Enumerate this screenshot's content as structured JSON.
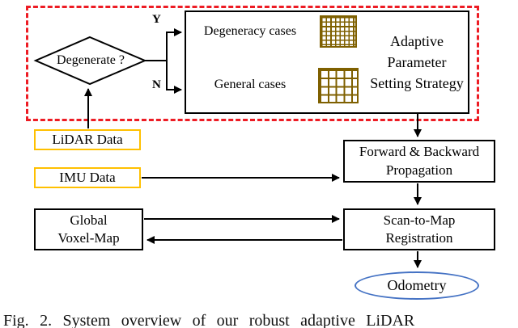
{
  "figure": {
    "decision": {
      "label": "Degenerate ?",
      "yes": "Y",
      "no": "N"
    },
    "strategy_box": {
      "degeneracy_cases": "Degeneracy cases",
      "general_cases": "General cases",
      "title": "Adaptive Parameter Setting Strategy"
    },
    "nodes": {
      "lidar": "LiDAR Data",
      "imu": "IMU Data",
      "propagation": "Forward & Backward\nPropagation",
      "voxel_map": "Global\nVoxel-Map",
      "registration": "Scan-to-Map\nRegistration",
      "odometry": "Odometry"
    }
  },
  "caption": "Fig. 2.  System overview of our robust adaptive LiDAR",
  "colors": {
    "dashed_region": "#ed1c24",
    "data_box": "#ffc000",
    "odometry": "#4472c4",
    "grid": "#7f6000"
  }
}
